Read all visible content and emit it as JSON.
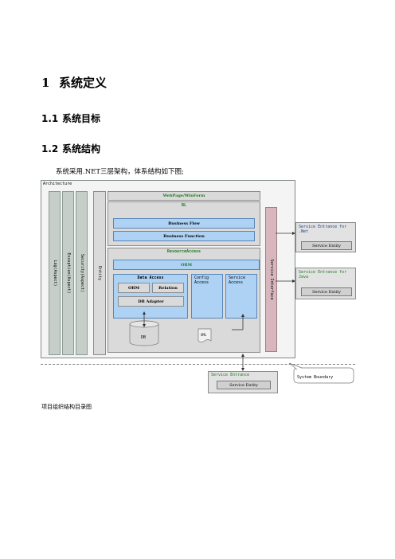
{
  "heading1": {
    "num": "1",
    "text": "系统定义"
  },
  "heading1_1": {
    "num": "1.1",
    "text": "系统目标"
  },
  "heading1_2": {
    "num": "1.2",
    "text": "系统结构"
  },
  "paragraph": "系统采用.NET三层架构，体系结构如下图;",
  "diagram": {
    "architecture": "Architecture",
    "log": "Log(Aspect)",
    "exception": "Exception(Aspect)",
    "security": "Security(Aspect)",
    "entity": "Entity",
    "webpage": "WebPage/WinForm",
    "bl": "BL",
    "business_flow": "Business Flow",
    "business_function": "Business Function",
    "resource_access": "ResourceAccess",
    "orm": "ORM",
    "data_access": "Data Access",
    "orm_box": "ORM",
    "relation": "Relation",
    "db_adapter": "DB Adapter",
    "config_access": "Config Access",
    "service_access": "Service Access",
    "service_interface": "Service Interface",
    "db": "DB",
    "xml": "XML",
    "ext_net": "Service Entrance for .Net",
    "ext_net_entity": "Service Entity",
    "ext_java": "Service Entrance for Java",
    "ext_java_entity": "Service Entity",
    "bottom_entrance": "Service Entrance",
    "bottom_entity": "Service Entity",
    "system_boundary": "System Boundary"
  },
  "caption": "项目组织结构目录图"
}
